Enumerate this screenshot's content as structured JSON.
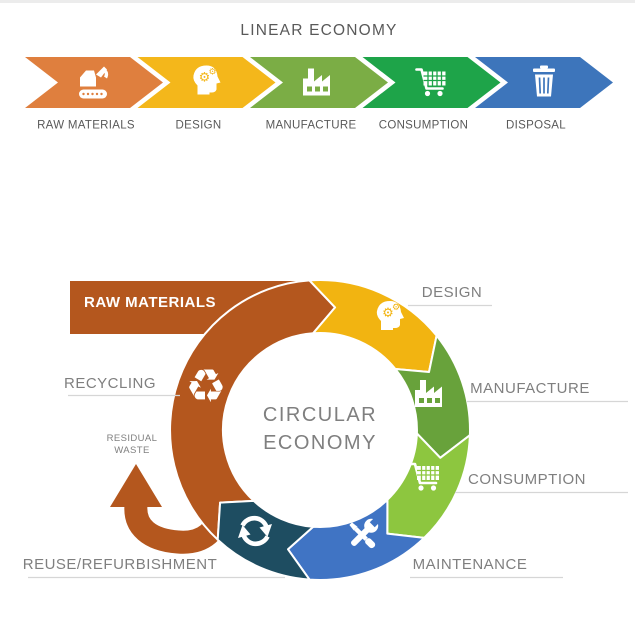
{
  "page": {
    "background": "#FFFFFF"
  },
  "linear": {
    "title": "LINEAR ECONOMY",
    "steps": [
      {
        "label": "RAW MATERIALS",
        "color": "#DF7F3E",
        "icon": "excavator-icon"
      },
      {
        "label": "DESIGN",
        "color": "#F4B71B",
        "icon": "head-gears-icon"
      },
      {
        "label": "MANUFACTURE",
        "color": "#7BAD45",
        "icon": "factory-icon"
      },
      {
        "label": "CONSUMPTION",
        "color": "#1EA449",
        "icon": "cart-icon"
      },
      {
        "label": "DISPOSAL",
        "color": "#3D75BB",
        "icon": "trash-icon"
      }
    ]
  },
  "circular": {
    "center_line1": "CIRCULAR",
    "center_line2": "ECONOMY",
    "segments": {
      "raw_materials": {
        "label": "RAW MATERIALS",
        "color": "#B4571E",
        "icon": "recycle-icon"
      },
      "design": {
        "label": "DESIGN",
        "color": "#F2B411",
        "icon": "head-gears-icon"
      },
      "manufacture": {
        "label": "MANUFACTURE",
        "color": "#68A23B",
        "icon": "factory-icon"
      },
      "consumption": {
        "label": "CONSUMPTION",
        "color": "#8DC63F",
        "icon": "cart-icon"
      },
      "maintenance": {
        "label": "MAINTENANCE",
        "color": "#4074C4",
        "icon": "tools-icon"
      },
      "reuse": {
        "label": "REUSE/REFURBISHMENT",
        "color": "#1E4D61",
        "icon": "refresh-icon"
      },
      "recycling": {
        "label": "RECYCLING"
      }
    },
    "residual_waste": {
      "line1": "RESIDUAL",
      "line2": "WASTE"
    }
  },
  "colors": {
    "label_gray": "#7F7F7F",
    "title_gray": "#595959",
    "underline_gray": "#D6D6D6"
  },
  "recycle_glyph": "♻",
  "gear_glyph": "⚙"
}
